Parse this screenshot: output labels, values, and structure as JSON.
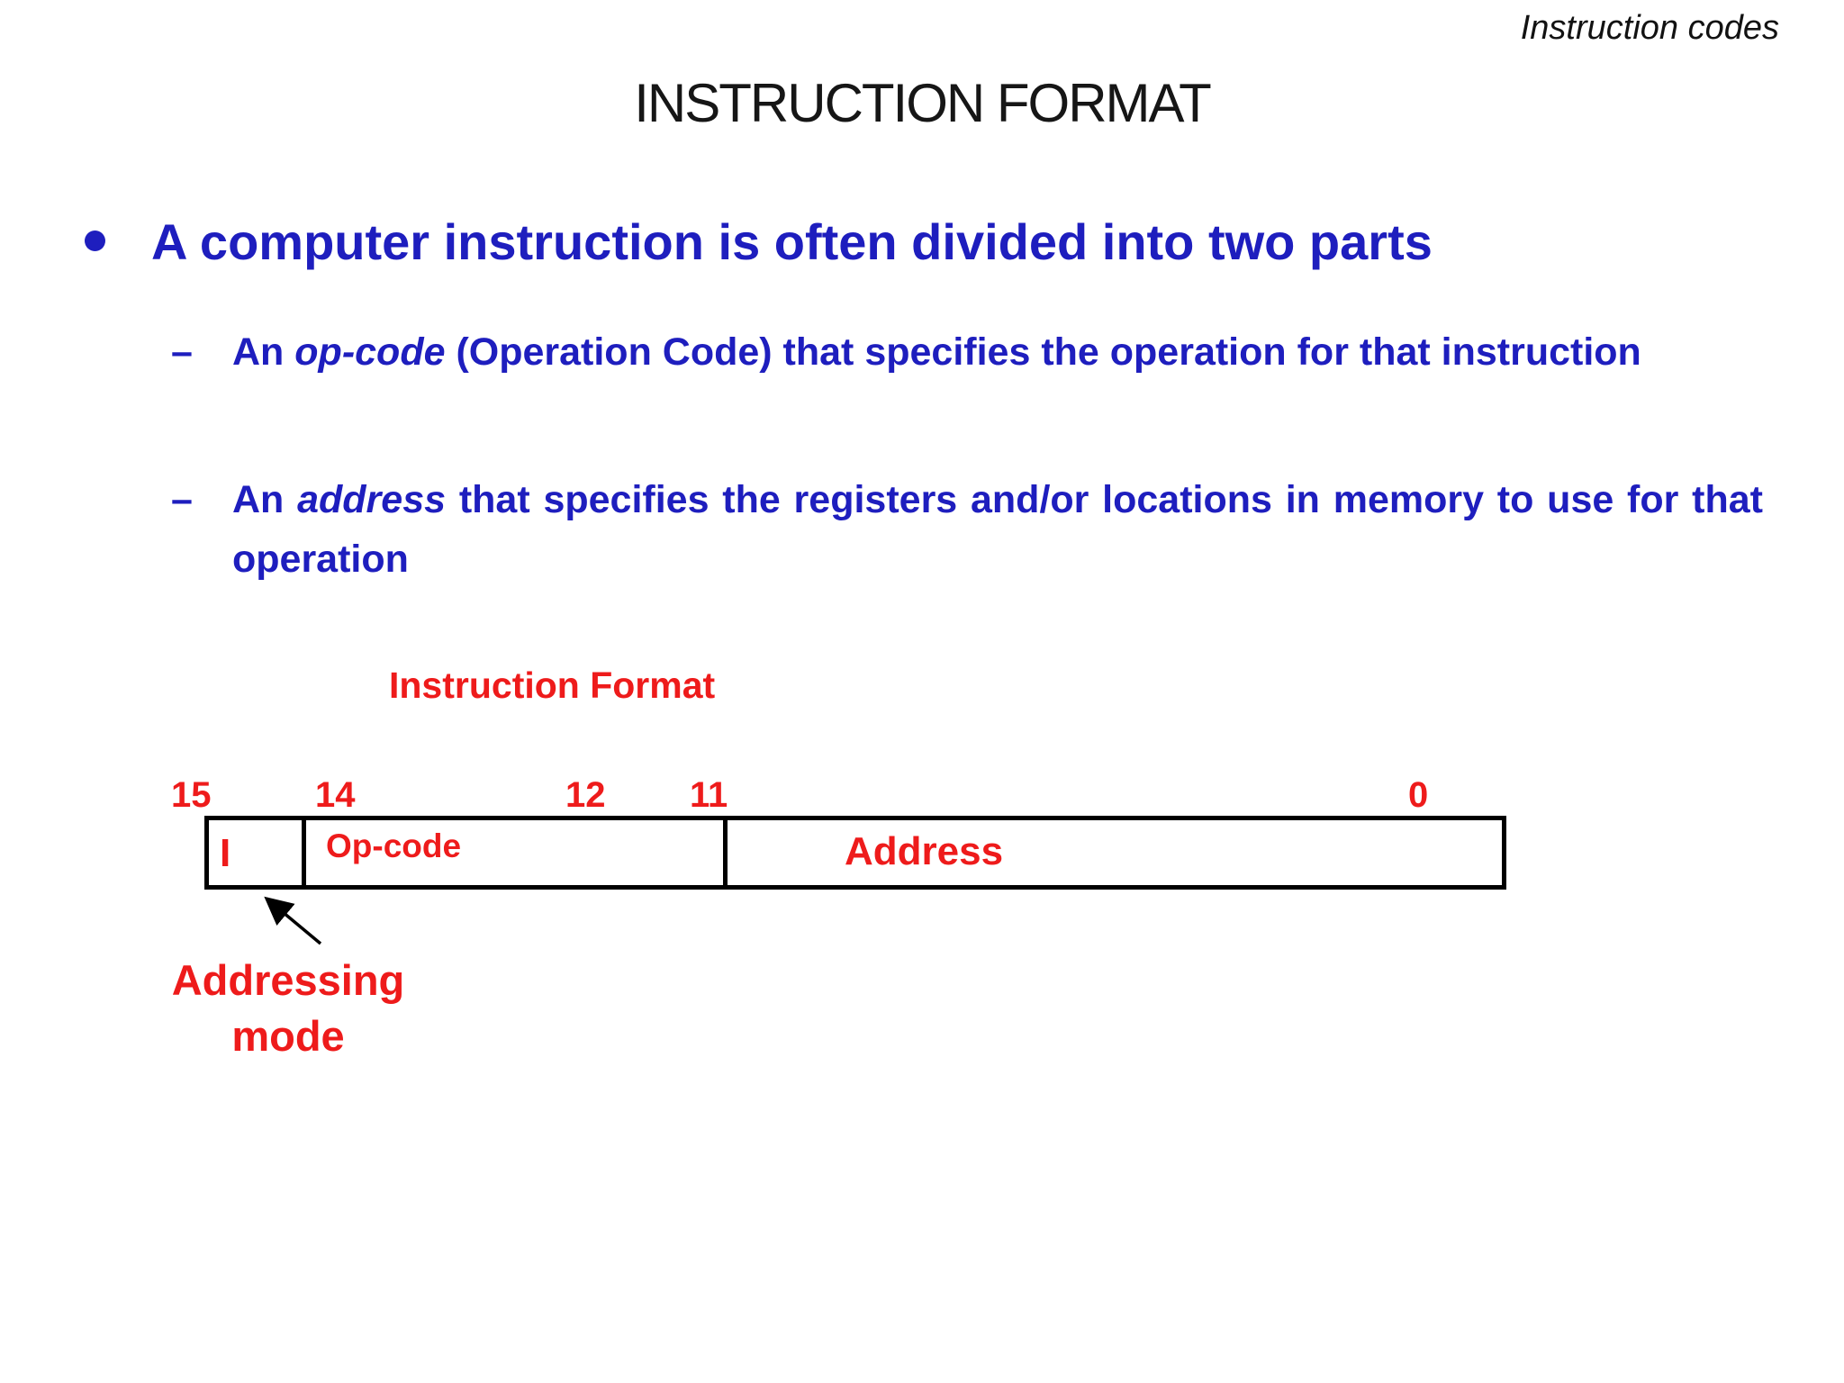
{
  "slide": {
    "header_note": "Instruction codes",
    "title": "INSTRUCTION FORMAT",
    "bullet": {
      "marker": "•",
      "text": "A computer instruction is often divided into two parts"
    },
    "sub_bullets": [
      {
        "marker": "–",
        "prefix": "An ",
        "emphasis": "op-code",
        "rest": " (Operation Code) that specifies the operation for that instruction"
      },
      {
        "marker": "–",
        "prefix": "An ",
        "emphasis": "address",
        "rest": " that specifies the registers and/or locations in memory to use for that operation"
      }
    ],
    "diagram": {
      "caption": "Instruction Format",
      "bit_labels": [
        "15",
        "14",
        "12",
        "11",
        "0"
      ],
      "fields": [
        {
          "label": "I"
        },
        {
          "label": "Op-code"
        },
        {
          "label": "Address"
        }
      ],
      "annotation": "Addressing\nmode"
    },
    "colors": {
      "text_blue": "#1e1ebe",
      "accent_red": "#ee1b1b",
      "text_black": "#161616"
    }
  }
}
